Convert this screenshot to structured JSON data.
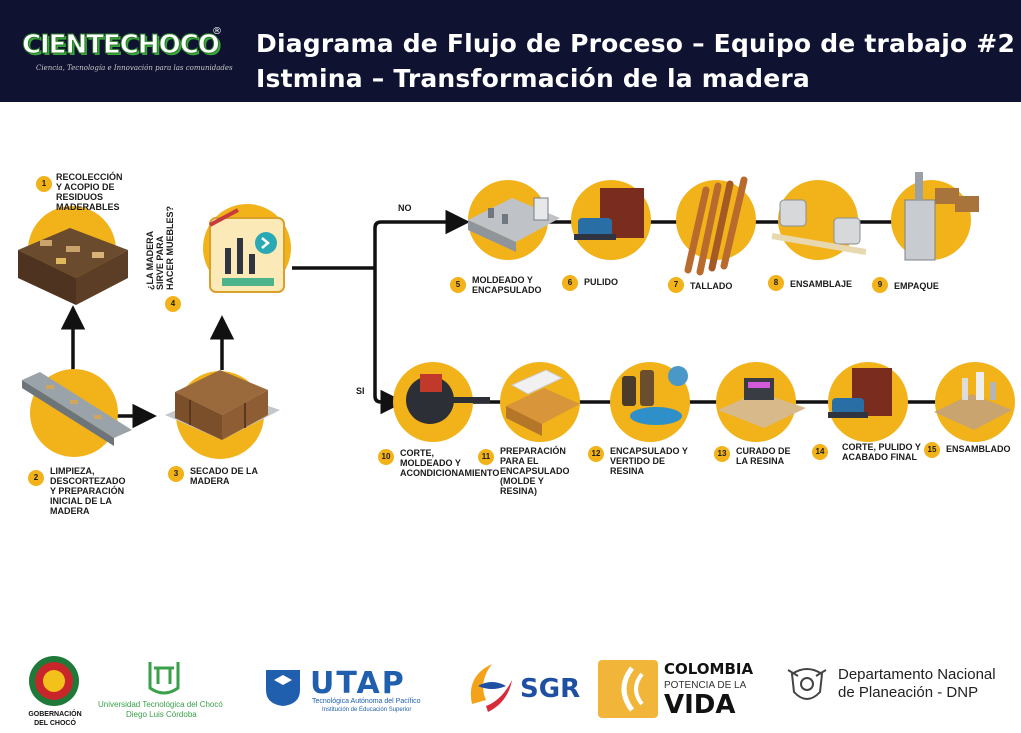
{
  "header": {
    "logo_text": "CIENTECHOCO",
    "logo_reg": "®",
    "logo_tagline": "Ciencia, Tecnología e Innovación para las comunidades",
    "title_line1": "Diagrama de Flujo de Proceso  – Equipo de trabajo #2",
    "title_line2": "Istmina – Transformación de la madera"
  },
  "steps": [
    {
      "num": "1",
      "label": "RECOLECCIÓN Y ACOPIO DE RESIDUOS MADERABLES"
    },
    {
      "num": "2",
      "label": "LIMPIEZA, DESCORTEZADO Y PREPARACIÓN INICIAL DE LA MADERA"
    },
    {
      "num": "3",
      "label": "SECADO DE LA MADERA"
    },
    {
      "num": "4",
      "label": "¿LA MADERA SIRVE PARA HACER MUEBLES?"
    },
    {
      "num": "5",
      "label": "MOLDEADO Y ENCAPSULADO"
    },
    {
      "num": "6",
      "label": "PULIDO"
    },
    {
      "num": "7",
      "label": "TALLADO"
    },
    {
      "num": "8",
      "label": "ENSAMBLAJE"
    },
    {
      "num": "9",
      "label": "EMPAQUE"
    },
    {
      "num": "10",
      "label": "CORTE, MOLDEADO Y ACONDICIONAMIENTO"
    },
    {
      "num": "11",
      "label": "PREPARACIÓN PARA EL ENCAPSULADO (MOLDE Y RESINA)"
    },
    {
      "num": "12",
      "label": "ENCAPSULADO Y VERTIDO DE RESINA"
    },
    {
      "num": "13",
      "label": "CURADO DE LA RESINA"
    },
    {
      "num": "14",
      "label": "CORTE, PULIDO Y ACABADO FINAL"
    },
    {
      "num": "15",
      "label": "ENSAMBLADO"
    }
  ],
  "branches": {
    "no": "NO",
    "si": "SI"
  },
  "footer": {
    "gobernacion": "GOBERNACIÓN DEL CHOCÓ",
    "utch_line1": "Universidad Tecnológica del Chocó",
    "utch_line2": "Diego Luis Córdoba",
    "utap_name": "UTAP",
    "utap_line1": "Tecnológica Autónoma del Pacífico",
    "utap_line2": "Institución de Educación Superior",
    "sgr": "SGR",
    "colombia_line1": "COLOMBIA",
    "colombia_line2": "POTENCIA DE LA",
    "colombia_line3": "VIDA",
    "dnp_line1": "Departamento Nacional",
    "dnp_line2": "de Planeación - DNP"
  },
  "colors": {
    "accent": "#f2b21a",
    "header_bg": "#0f1230",
    "line": "#111111"
  }
}
